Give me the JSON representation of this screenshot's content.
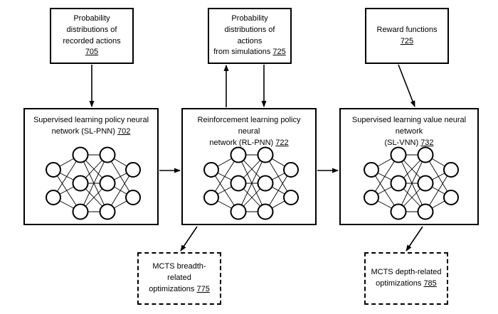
{
  "figure": {
    "type": "patent-flow-diagram",
    "background_color": "#ffffff",
    "line_color": "#000000"
  },
  "top_boxes": [
    {
      "id": "probability-distributions-recorded-actions",
      "lines": "Probability\ndistributions of\nrecorded actions ",
      "ref": "705",
      "border": "solid"
    },
    {
      "id": "probability-distributions-actions-simulations",
      "lines": "Probability\ndistributions of actions\nfrom simulations ",
      "ref": "725",
      "border": "solid"
    },
    {
      "id": "reward-functions",
      "lines": "Reward functions ",
      "ref": "725",
      "border": "solid"
    }
  ],
  "network_boxes": [
    {
      "id": "sl-pnn",
      "title": "Supervised learning policy neural\nnetwork (SL-PNN) ",
      "ref": "702",
      "network": {
        "layers": [
          2,
          3,
          3,
          2
        ]
      }
    },
    {
      "id": "rl-pnn",
      "title": "Reinforcement learning policy neural\nnetwork (RL-PNN) ",
      "ref": "722",
      "network": {
        "layers": [
          2,
          3,
          3,
          2
        ]
      }
    },
    {
      "id": "sl-vnn",
      "title": "Supervised learning value neural network\n(SL-VNN) ",
      "ref": "732",
      "network": {
        "layers": [
          2,
          3,
          3,
          2
        ]
      }
    }
  ],
  "bottom_boxes": [
    {
      "id": "mcts-breadth-optimizations",
      "lines": "MCTS breadth-related\noptimizations ",
      "ref": "775",
      "border": "dashed"
    },
    {
      "id": "mcts-depth-optimizations",
      "lines": "MCTS depth-related\noptimizations ",
      "ref": "785",
      "border": "dashed"
    }
  ],
  "connections": [
    {
      "id": "recorded-actions-to-sl-pnn",
      "kind": "vertical-arrow-down"
    },
    {
      "id": "sl-pnn-to-rl-pnn",
      "kind": "horizontal-arrow-right"
    },
    {
      "id": "rl-pnn-to-simulations",
      "kind": "vertical-arrow-up"
    },
    {
      "id": "simulations-to-rl-pnn",
      "kind": "vertical-arrow-down"
    },
    {
      "id": "rl-pnn-to-sl-vnn",
      "kind": "horizontal-arrow-right"
    },
    {
      "id": "reward-functions-to-sl-vnn",
      "kind": "diagonal-arrow-down"
    },
    {
      "id": "rl-pnn-to-mcts-breadth",
      "kind": "diagonal-arrow-down"
    },
    {
      "id": "sl-vnn-to-mcts-depth",
      "kind": "diagonal-arrow-down"
    }
  ]
}
